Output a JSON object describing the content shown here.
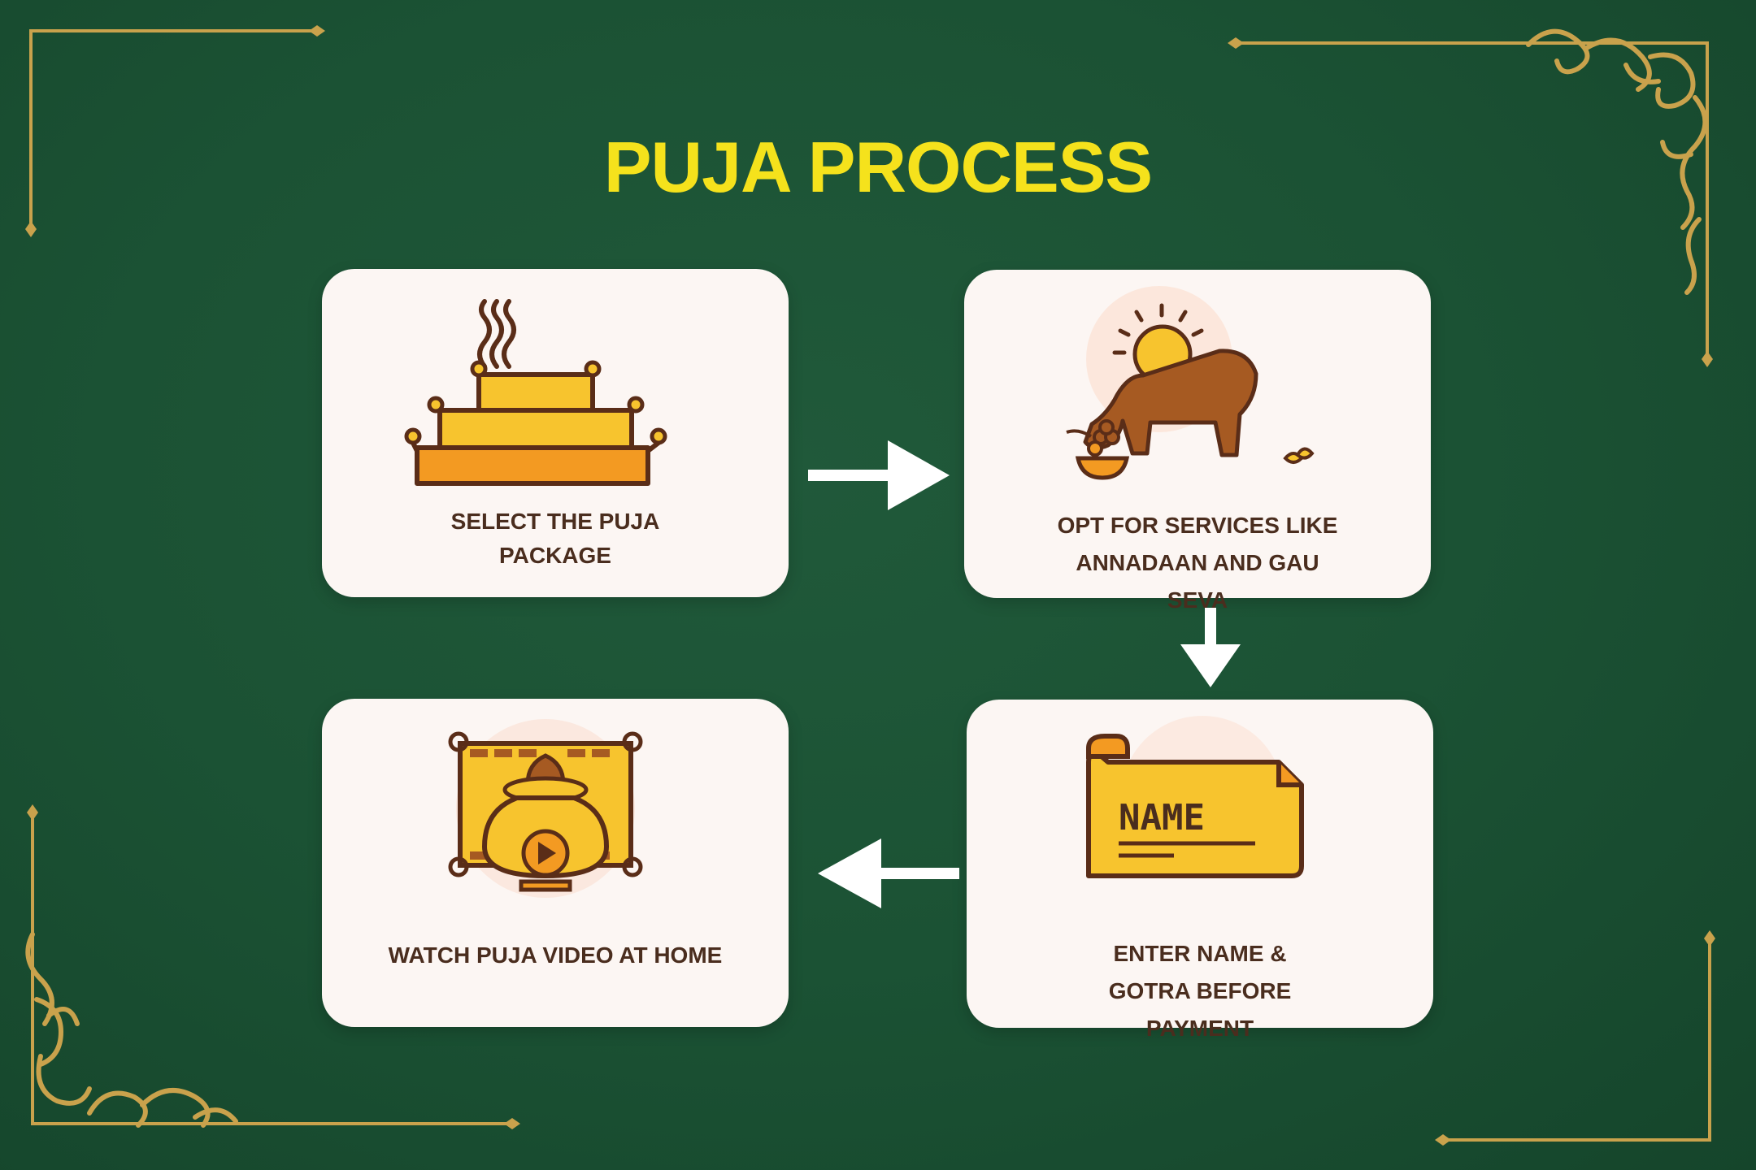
{
  "title": "PUJA PROCESS",
  "steps": [
    {
      "label": "SELECT THE PUJA PACKAGE",
      "icon": "puja-altar-icon"
    },
    {
      "label": "OPT FOR SERVICES LIKE ANNADAAN AND GAU SEVA",
      "icon": "cow-sun-icon"
    },
    {
      "label": "ENTER NAME & GOTRA BEFORE PAYMENT",
      "icon": "name-scroll-icon",
      "icon_text": "NAME"
    },
    {
      "label": "WATCH PUJA VIDEO AT HOME",
      "icon": "kalash-video-icon"
    }
  ],
  "colors": {
    "background": "#1b5234",
    "title": "#f5e21c",
    "card": "#fcf6f3",
    "text": "#4a2d1e",
    "gold": "#c9a24c",
    "icon_yellow": "#f7c42e",
    "icon_orange": "#f39a22",
    "icon_brown": "#a65a22",
    "outline": "#5a2d18"
  }
}
